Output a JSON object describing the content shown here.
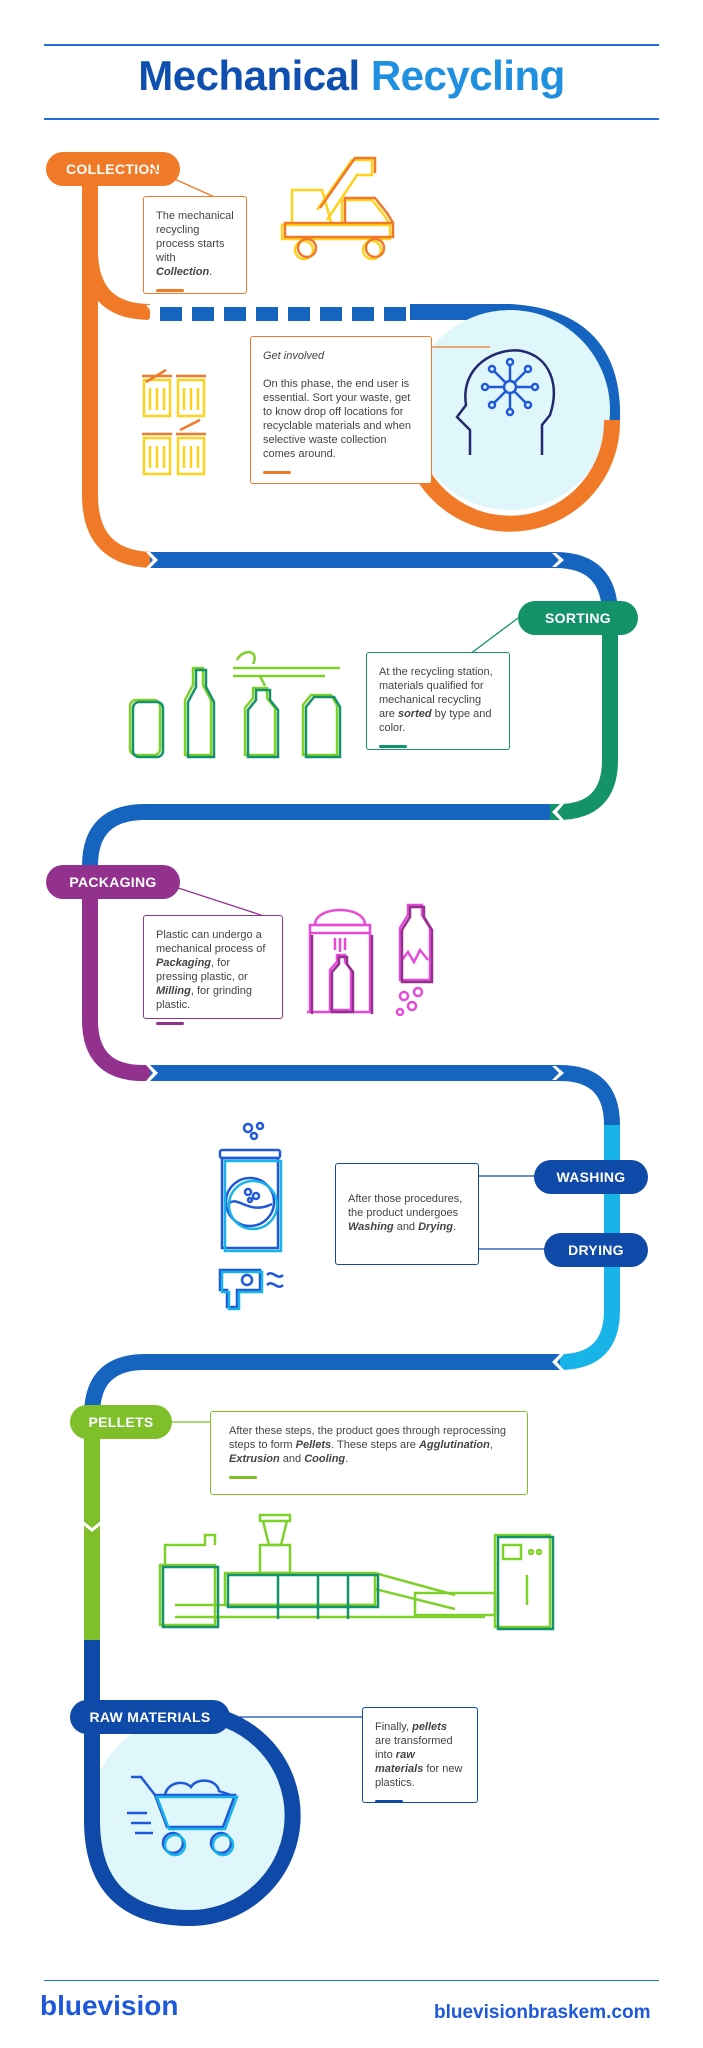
{
  "title": {
    "part1": "Mechanical",
    "part2": "Recycling"
  },
  "steps": {
    "collection": {
      "label": "COLLECTION",
      "text_pre": "The mechanical recycling process starts with ",
      "text_em": "Collection",
      "text_post": "."
    },
    "get_involved": {
      "heading": "Get involved",
      "text": "On this phase, the end user is essential. Sort your waste, get to know drop off locations for recyclable materials and when selective waste collection comes around."
    },
    "sorting": {
      "label": "SORTING",
      "text_pre": "At the recycling station, materials qualified for mechanical recycling are ",
      "text_em": "sorted",
      "text_post": " by type and color."
    },
    "packaging": {
      "label": "PACKAGING",
      "text_pre": "Plastic can undergo a mechanical process of ",
      "text_em1": "Packaging",
      "text_mid": ", for pressing plastic, or ",
      "text_em2": "Milling",
      "text_post": ", for grinding plastic."
    },
    "washing": {
      "label": "WASHING",
      "text_pre": "After those procedures, the product undergoes ",
      "text_em1": "Washing",
      "text_mid": " and ",
      "text_em2": "Drying",
      "text_post": "."
    },
    "drying": {
      "label": "DRYING"
    },
    "pellets": {
      "label": "PELLETS",
      "text_pre": "After these steps, the product goes through reprocessing steps to form ",
      "text_em1": "Pellets",
      "text_mid": ". These steps are ",
      "text_em2": "Agglutination",
      "text_mid2": ", ",
      "text_em3": "Extrusion",
      "text_mid3": " and ",
      "text_em4": "Cooling",
      "text_post": "."
    },
    "raw_materials": {
      "label": "RAW MATERIALS",
      "text_pre": "Finally, ",
      "text_em1": "pellets",
      "text_mid": " are transformed into ",
      "text_em2": "raw materials",
      "text_post": " for new plastics."
    }
  },
  "footer": {
    "brand": "bluevision",
    "url": "bluevisionbraskem.com"
  },
  "colors": {
    "orange": "#f07a28",
    "blue": "#1564c0",
    "green": "#14936a",
    "purple": "#93328e",
    "cyan": "#18b4e8",
    "lime": "#7fbf2a",
    "navy": "#0f4aa8",
    "yellow": "#ffd21e"
  },
  "icons": [
    "truck-icon",
    "trash-bins-icon",
    "head-brain-icon",
    "bottles-icon",
    "press-icon",
    "milling-bottle-icon",
    "washing-machine-icon",
    "dryer-icon",
    "extruder-machine-icon",
    "wheelbarrow-icon"
  ]
}
